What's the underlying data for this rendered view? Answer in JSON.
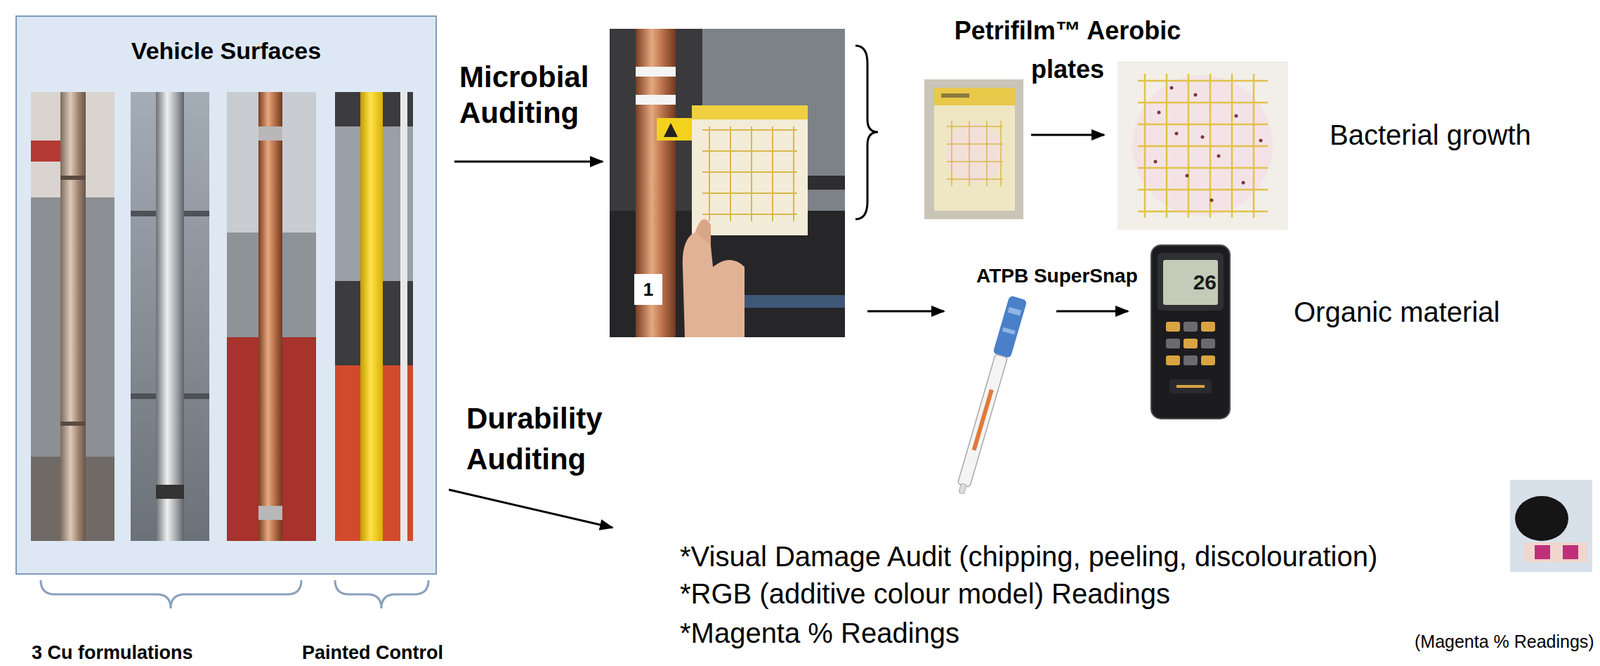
{
  "diagram": {
    "nodes": [
      {
        "text": [
          "Vehicle Surfaces"
        ]
      }
    ],
    "labels": [
      "Microbial Auditing",
      "Petrifilm™ Aerobic plates",
      "Bacterial growth",
      "1",
      "ATPB SuperSnap",
      "26",
      "Organic material",
      "Durability Auditing",
      "*Visual Damage Audit (chipping, peeling, discolouration)",
      "*RGB (additive colour model) Readings",
      "*Magenta % Readings",
      "(Magenta % Readings)",
      "3 Cu formulations",
      "Painted Control"
    ]
  }
}
